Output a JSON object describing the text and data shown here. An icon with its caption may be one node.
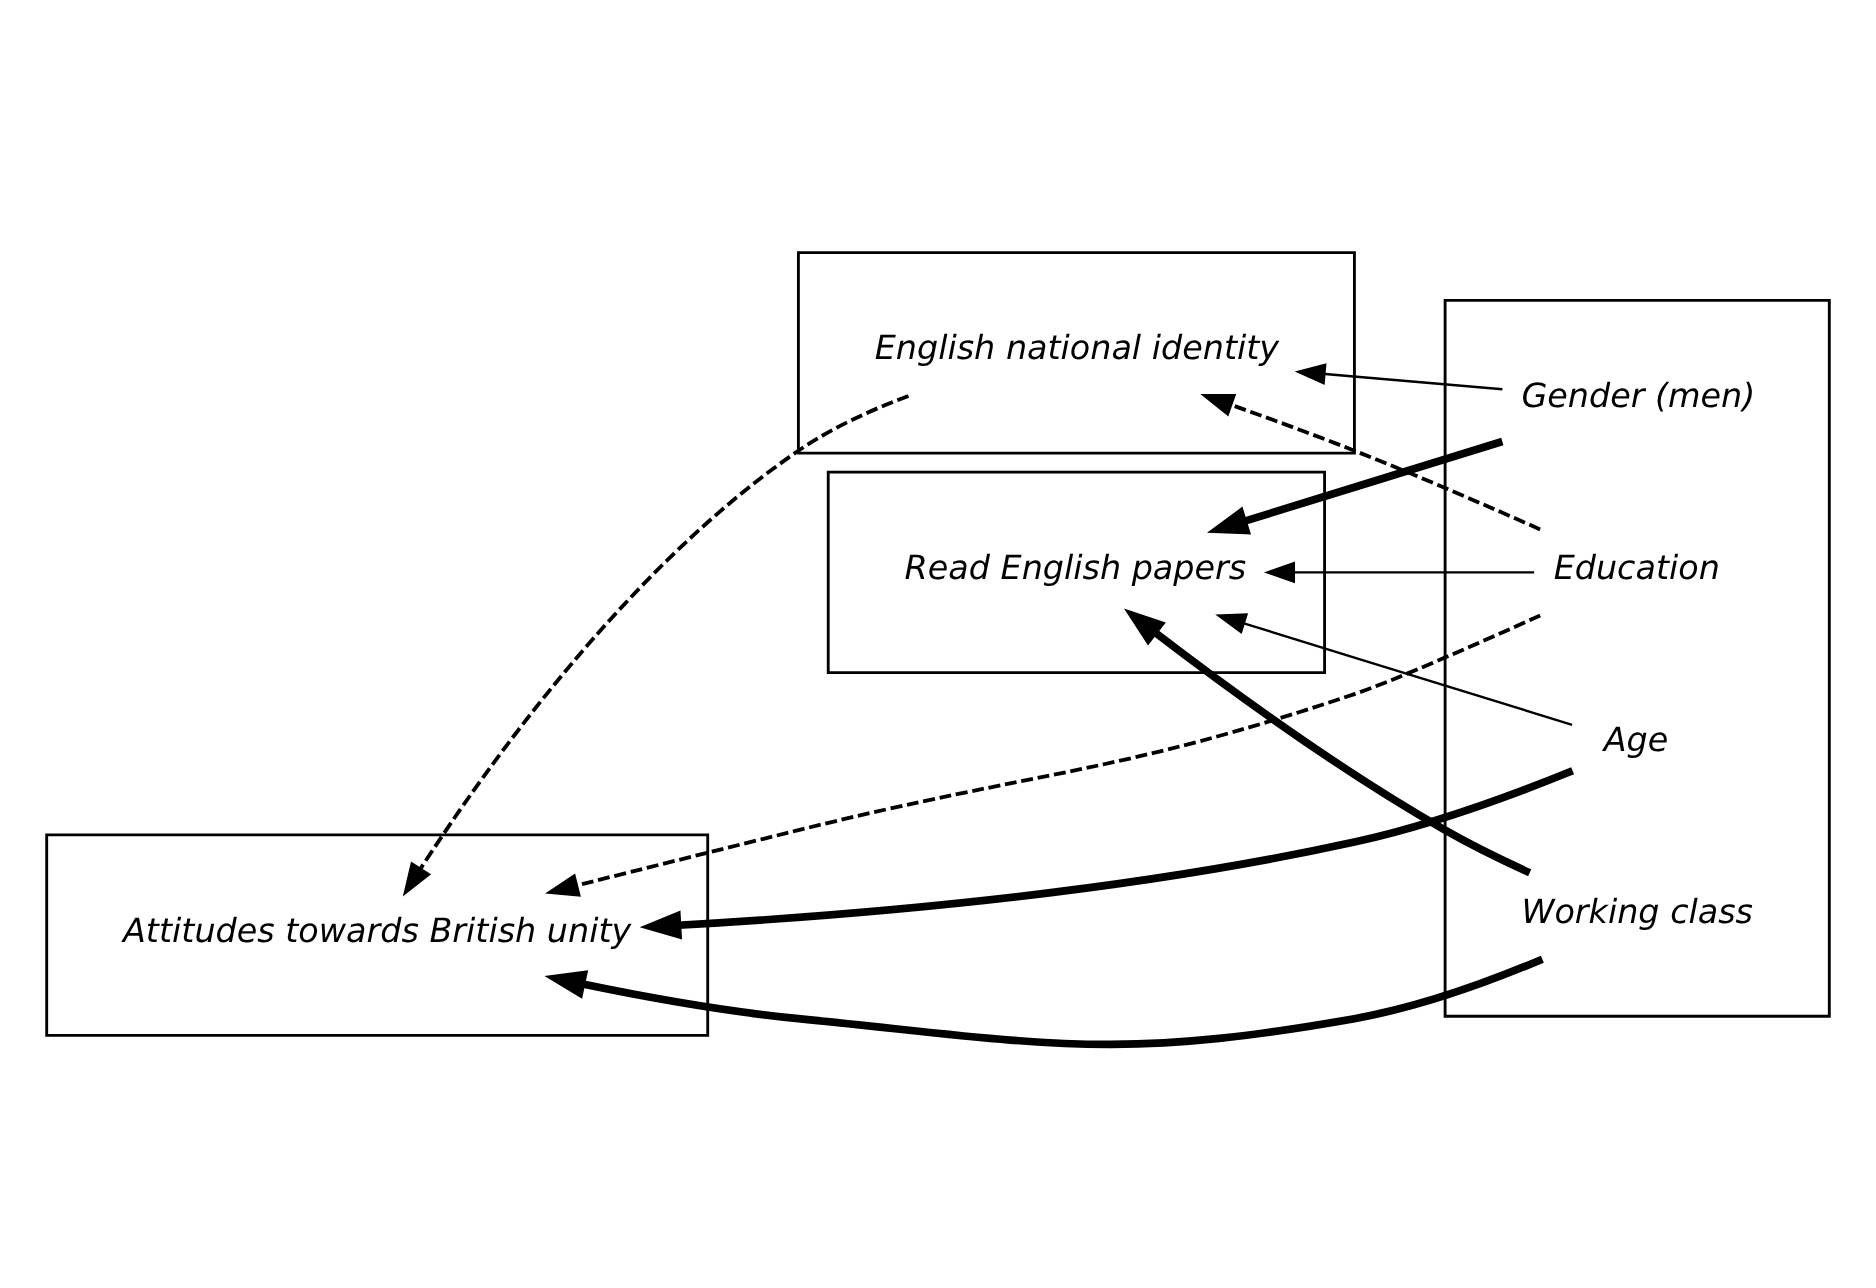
{
  "diagram": {
    "nodes": [
      {
        "text": [],
        "shape": "box"
      },
      {
        "text": [
          "Attitudes towards British unity"
        ],
        "in": 0
      },
      {
        "text": [],
        "shape": "box"
      },
      {
        "text": [
          "English national identity"
        ],
        "in": 2
      },
      {
        "text": [],
        "shape": "box"
      },
      {
        "text": [
          "Read English papers"
        ],
        "in": 4
      },
      {
        "text": [],
        "shape": "box"
      },
      {
        "text": [
          "Gender (men)"
        ],
        "in": 6
      },
      {
        "text": [
          "Age"
        ],
        "in": 6
      },
      {
        "text": [
          "Education"
        ],
        "in": 6
      },
      {
        "text": [
          "Working class"
        ],
        "in": 6
      }
    ],
    "edges": [
      {
        "from": 7,
        "to": 3,
        "arrow": "to"
      },
      {
        "from": 7,
        "to": 5,
        "arrow": "to",
        "style": "thick"
      },
      {
        "from": 8,
        "to": 1,
        "arrow": "to",
        "style": "thick"
      },
      {
        "from": 8,
        "to": 5,
        "arrow": "to"
      },
      {
        "from": 3,
        "to": 1,
        "arrow": "to",
        "style": "dashed"
      },
      {
        "from": 9,
        "to": 3,
        "arrow": "to",
        "style": "dashed"
      },
      {
        "from": 9,
        "to": 1,
        "arrow": "to",
        "style": "dashed"
      },
      {
        "from": 9,
        "to": 5,
        "arrow": "to"
      },
      {
        "from": 10,
        "to": 1,
        "arrow": "to",
        "style": "thick"
      },
      {
        "from": 10,
        "to": 5,
        "arrow": "to",
        "style": "thick"
      }
    ]
  }
}
